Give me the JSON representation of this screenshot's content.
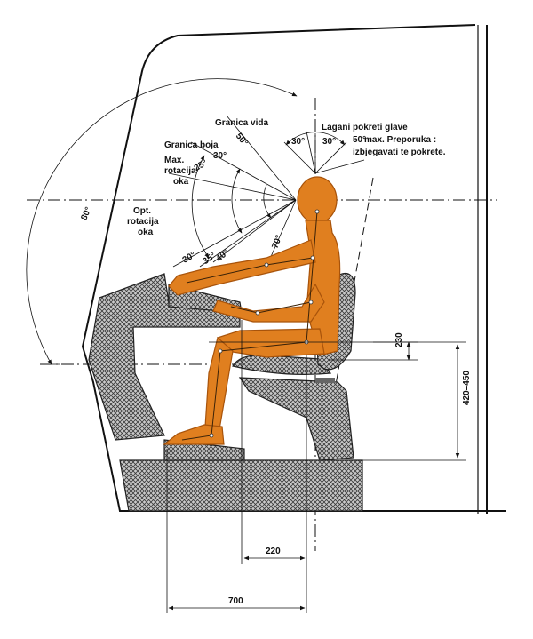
{
  "labels": {
    "granica_vida": "Granica vida",
    "granica_boja": "Granica boja",
    "max_rotacija_1": "Max.",
    "max_rotacija_2": "rotacija",
    "max_rotacija_3": "oka",
    "opt_rotacija_1": "Opt.",
    "opt_rotacija_2": "rotacija",
    "opt_rotacija_3": "oka",
    "glava_1": "Lagani pokreti glave",
    "glava_2": "max. Preporuka :",
    "glava_3": "izbjegavati te pokrete."
  },
  "angles": {
    "a80_outer": "80°",
    "a50": "50°",
    "a30_boja": "30°",
    "a25": "25°",
    "a30_left": "30°",
    "a30_right": "30°",
    "a50_head": "50°",
    "a70": "70°",
    "a30_low": "30°",
    "a35": "35°",
    "a40": "40°"
  },
  "dimensions": {
    "d230": "230",
    "d420_450": "420–450",
    "d220": "220",
    "d700": "700"
  },
  "colors": {
    "figure": "#e07f1f",
    "hatch": "#222222",
    "line": "#111111"
  }
}
